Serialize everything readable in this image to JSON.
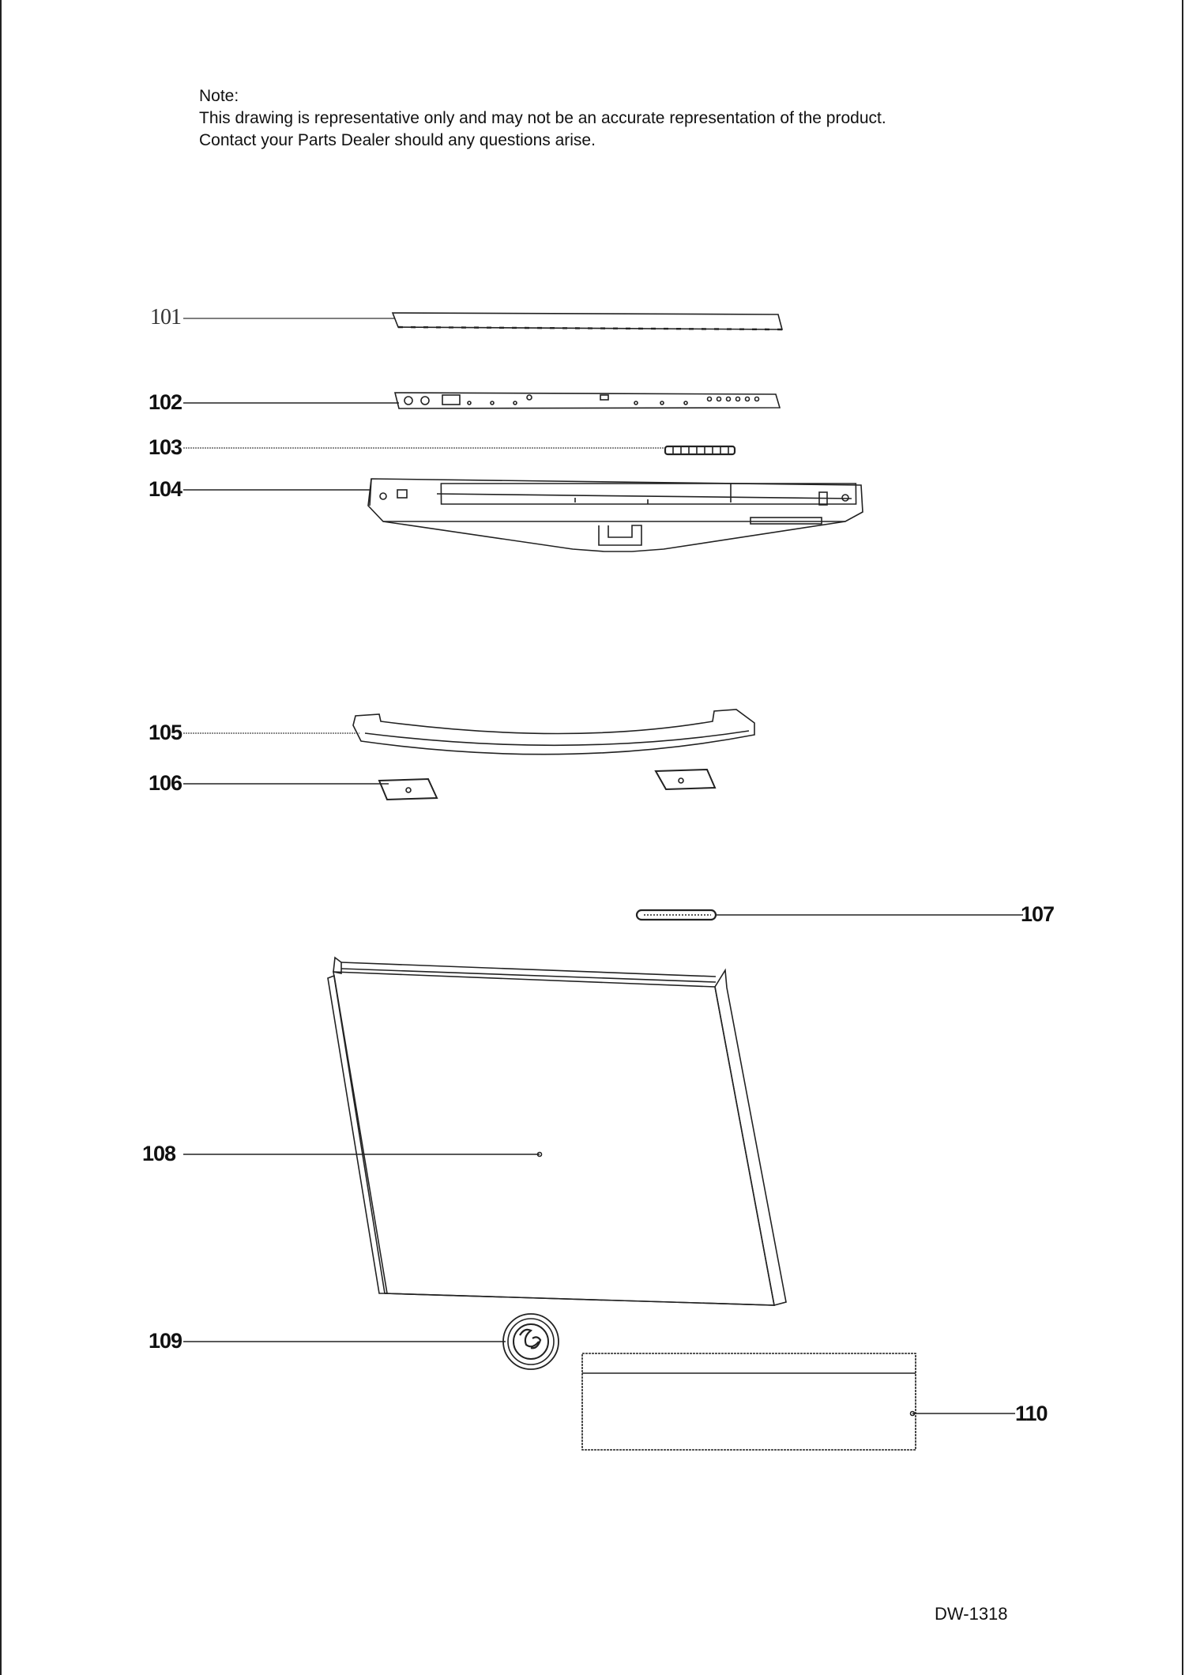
{
  "note": {
    "heading": "Note:",
    "line1": "This drawing is representative only and may not be an accurate representation of the product.",
    "line2": "Contact your Parts Dealer should any questions arise."
  },
  "callouts": {
    "c101": "101",
    "c102": "102",
    "c103": "103",
    "c104": "104",
    "c105": "105",
    "c106": "106",
    "c107": "107",
    "c108": "108",
    "c109": "109",
    "c110": "110"
  },
  "footer": {
    "drawing_code": "DW-1318"
  },
  "colors": {
    "ink": "#111111",
    "line": "#333333"
  }
}
